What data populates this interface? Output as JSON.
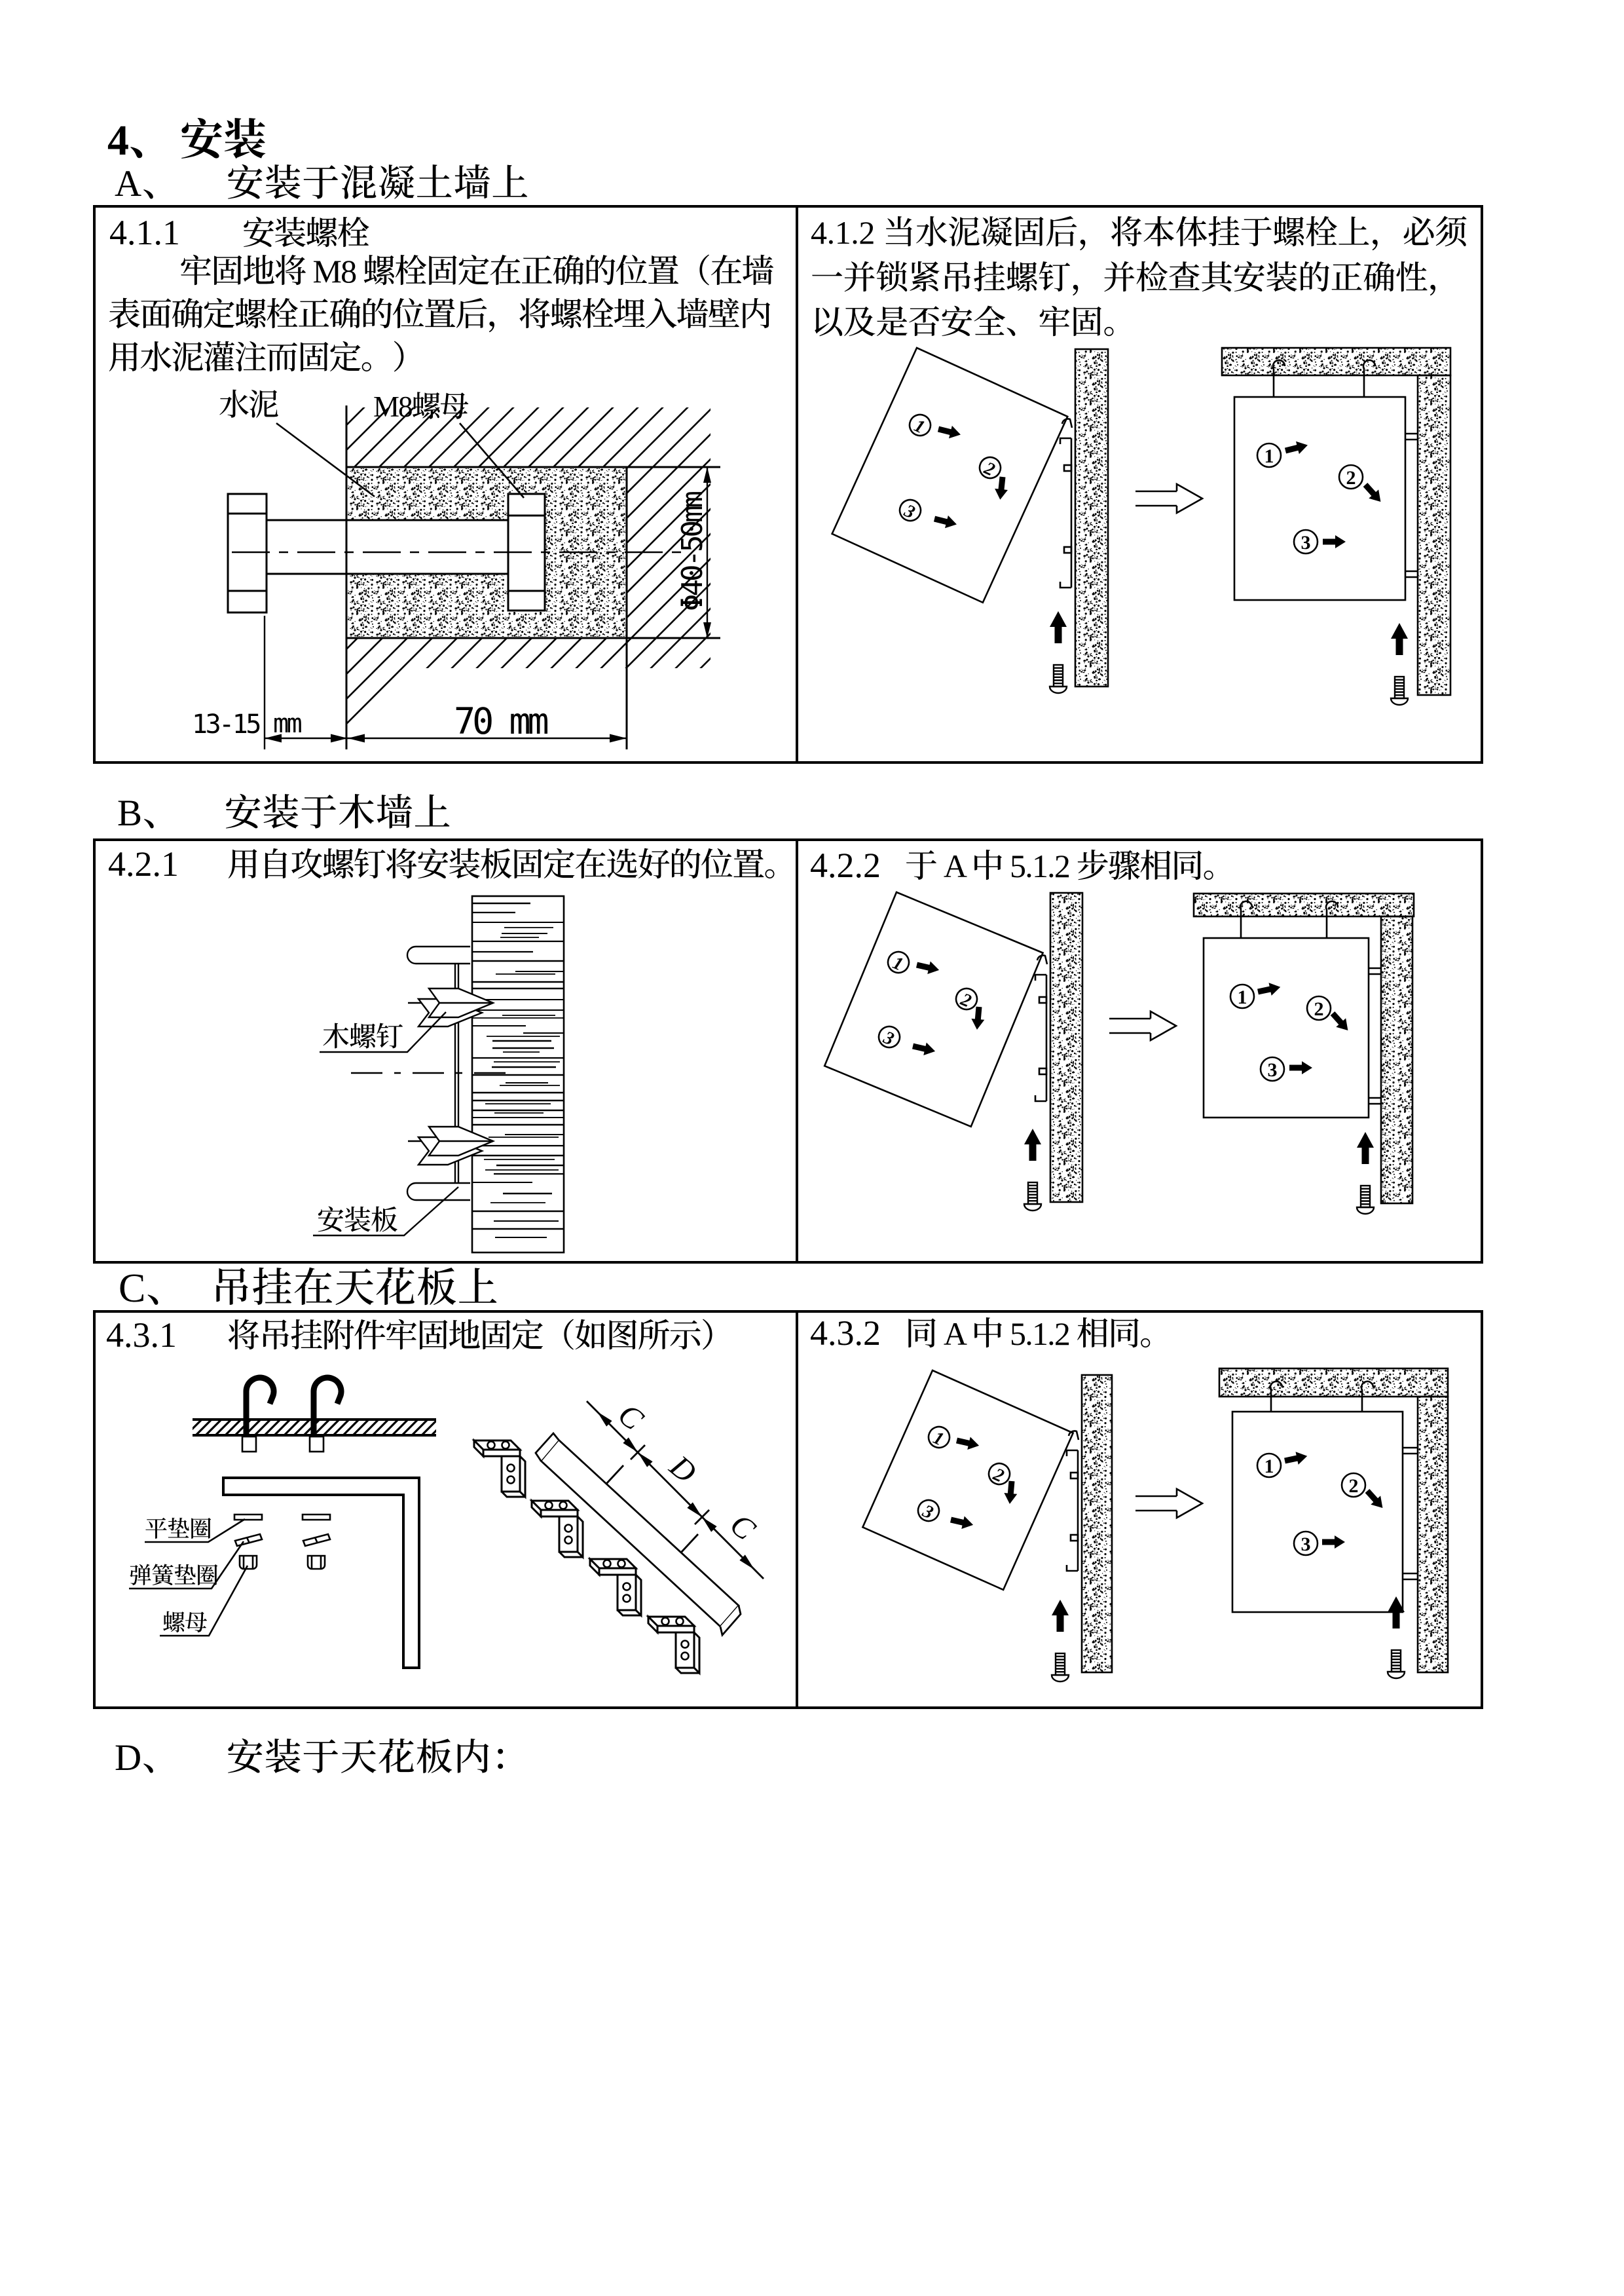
{
  "colors": {
    "ink": "#000000",
    "paper": "#ffffff"
  },
  "title": {
    "prefix": "4、",
    "text": "安装"
  },
  "section_a": {
    "prefix": "A、",
    "heading": "安装于混凝土墙上",
    "cell_left": {
      "heading_num": "4.1.1",
      "heading_text": "安装螺栓",
      "body_lines": [
        "牢固地将 M8 螺栓固定在正确的位置（在墙",
        "表面确定螺栓正确的位置后，将螺栓埋入墙壁内",
        "用水泥灌注而固定。）"
      ],
      "diagram": {
        "label_cement": "水泥",
        "label_nut": "M8螺母",
        "dim_diameter": "Φ40-50mm",
        "dim_offset": "13-15",
        "dim_offset_unit": "mm",
        "dim_depth": "70 mm"
      }
    },
    "cell_right": {
      "body_lines": [
        "4.1.2 当水泥凝固后，将本体挂于螺栓上，必须",
        "一并锁紧吊挂螺钉，并检查其安装的正确性，",
        "以及是否安全、牢固。"
      ],
      "steps": [
        "1",
        "2",
        "3"
      ]
    }
  },
  "section_b": {
    "prefix": "B、",
    "heading": "安装于木墙上",
    "cell_left": {
      "heading_num": "4.2.1",
      "heading_text": "用自攻螺钉将安装板固定在选好的位置。",
      "diagram": {
        "label_screw": "木螺钉",
        "label_plate": "安装板"
      }
    },
    "cell_right": {
      "num": "4.2.2",
      "text": "于 A 中 5.1.2 步骤相同。",
      "steps": [
        "1",
        "2",
        "3"
      ]
    }
  },
  "section_c": {
    "prefix": "C、",
    "heading": "吊挂在天花板上",
    "cell_left": {
      "heading_num": "4.3.1",
      "heading_text": "将吊挂附件牢固地固定（如图所示）",
      "diagram": {
        "label_flat_washer": "平垫圈",
        "label_spring_washer": "弹簧垫圈",
        "label_nut": "螺母",
        "dim_c1": "C",
        "dim_d": "D",
        "dim_c2": "C"
      }
    },
    "cell_right": {
      "num": "4.3.2",
      "text": "同 A 中 5.1.2 相同。",
      "steps": [
        "1",
        "2",
        "3"
      ]
    }
  },
  "section_d": {
    "prefix": "D、",
    "heading": "安装于天花板内："
  }
}
